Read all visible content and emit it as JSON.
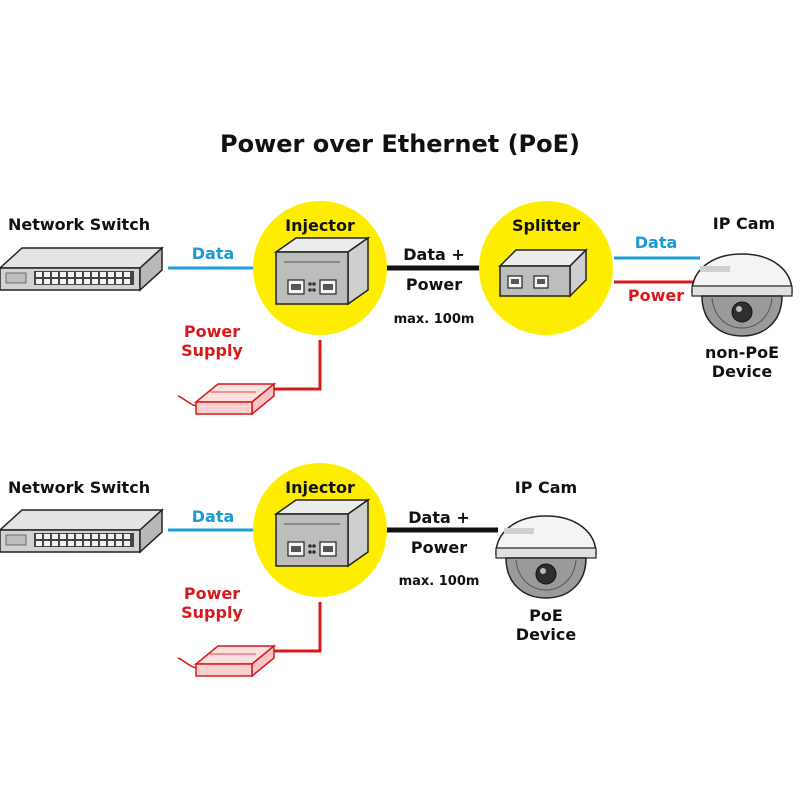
{
  "title": "Power over Ethernet (PoE)",
  "colors": {
    "data_line": "#1aa0dc",
    "power_line": "#d7191c",
    "combined_line": "#111111",
    "highlight_circle": "#ffed00",
    "data_text": "#1a9ad6",
    "power_text": "#d7191c"
  },
  "top": {
    "switch_label": "Network Switch",
    "data_label": "Data",
    "injector_label": "Injector",
    "power_supply_label": [
      "Power",
      "Supply"
    ],
    "combined_label": [
      "Data +",
      "Power"
    ],
    "distance_label": "max. 100m",
    "splitter_label": "Splitter",
    "out_data_label": "Data",
    "out_power_label": "Power",
    "camera_label": "IP Cam",
    "device_label": [
      "non-PoE",
      "Device"
    ]
  },
  "bottom": {
    "switch_label": "Network Switch",
    "data_label": "Data",
    "injector_label": "Injector",
    "power_supply_label": [
      "Power",
      "Supply"
    ],
    "combined_label": [
      "Data +",
      "Power"
    ],
    "distance_label": "max. 100m",
    "camera_label": "IP Cam",
    "device_label": [
      "PoE",
      "Device"
    ]
  },
  "icons": {
    "switch": "network-switch-icon",
    "injector": "poe-injector-icon",
    "splitter": "poe-splitter-icon",
    "power_supply": "power-adapter-icon",
    "camera": "dome-camera-icon"
  }
}
